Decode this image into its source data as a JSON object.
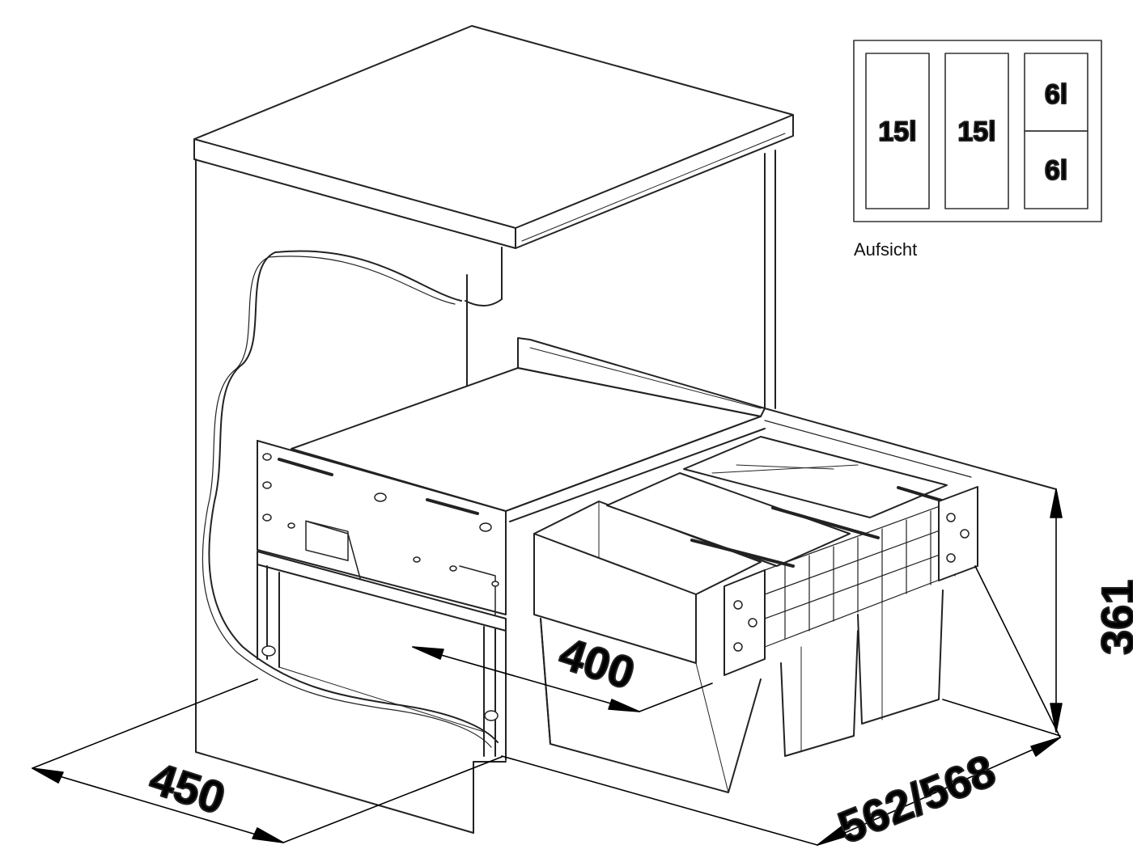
{
  "dimensions": {
    "depth_cabinet": "450",
    "drawer_width": "400",
    "depth_total": "562/568",
    "height": "361"
  },
  "top_view": {
    "caption": "Aufsicht",
    "compartments": [
      {
        "label": "15l"
      },
      {
        "label": "15l"
      },
      {
        "label": "6l"
      },
      {
        "label": "6l"
      }
    ]
  }
}
